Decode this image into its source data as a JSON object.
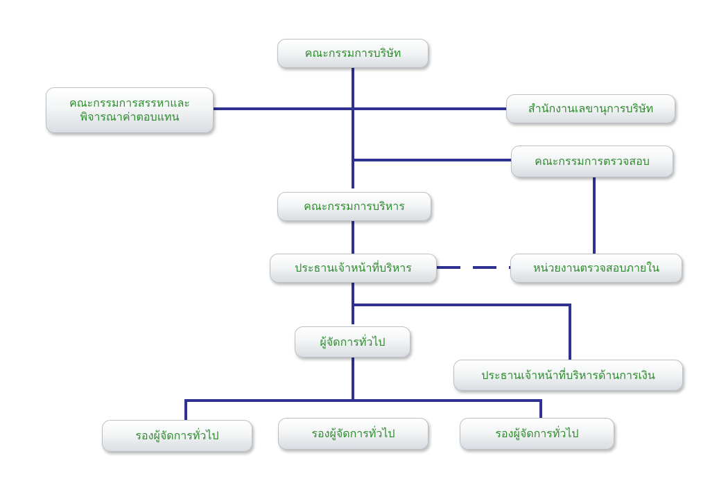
{
  "colors": {
    "connector": "#2e3192",
    "node_text": "#2e8b2e",
    "node_border": "#b9c0c6"
  },
  "nodes": {
    "board": "คณะกรรมการบริษัท",
    "nomination": "คณะกรรมการสรรหาและ\nพิจารณาค่าตอบแทน",
    "secretary": "สำนักงานเลขานุการบริษัท",
    "audit": "คณะกรรมการตรวจสอบ",
    "executive": "คณะกรรมการบริหาร",
    "ceo": "ประธานเจ้าหน้าที่บริหาร",
    "internal_audit": "หน่วยงานตรวจสอบภายใน",
    "gm": "ผู้จัดการทั่วไป",
    "cfo": "ประธานเจ้าหน้าที่บริหารด้านการเงิน",
    "deputy_gm_1": "รองผู้จัดการทั่วไป",
    "deputy_gm_2": "รองผู้จัดการทั่วไป",
    "deputy_gm_3": "รองผู้จัดการทั่วไป"
  }
}
